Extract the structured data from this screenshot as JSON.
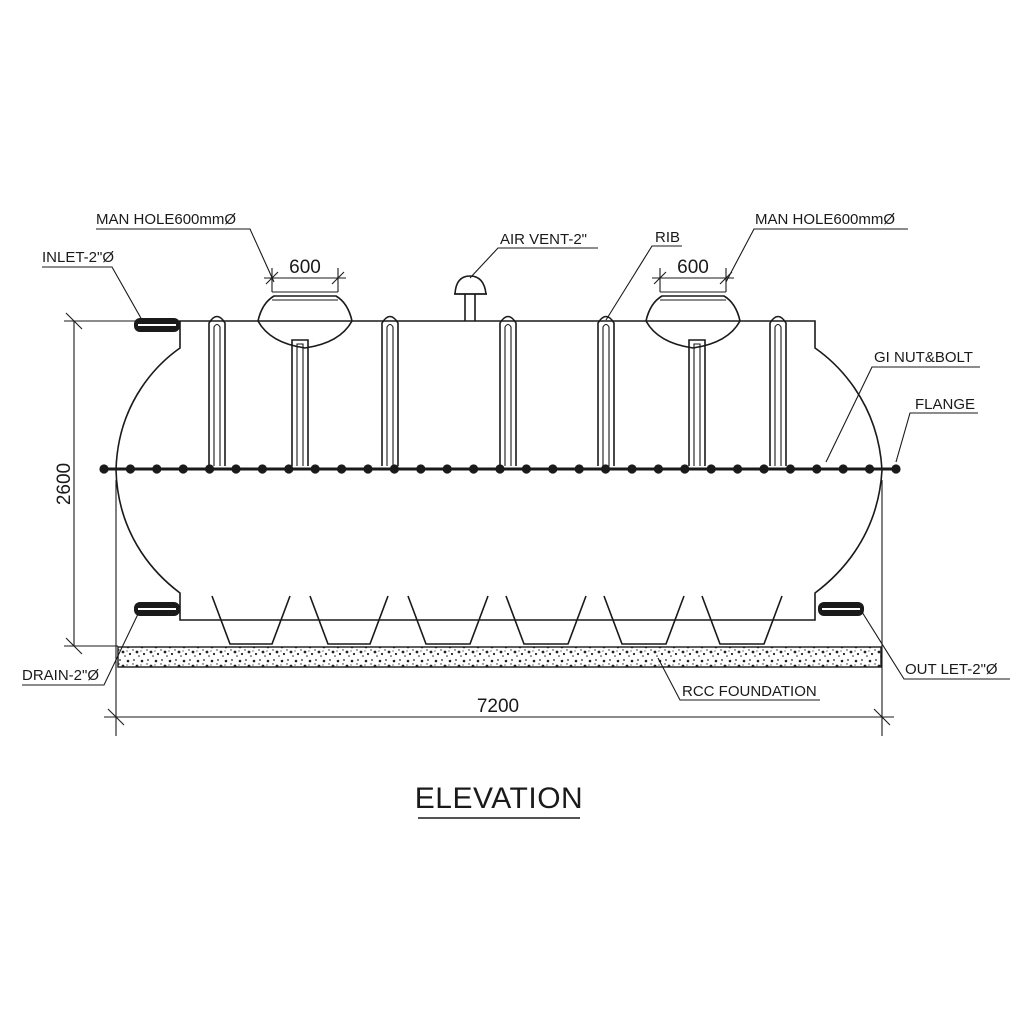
{
  "drawing": {
    "title": "ELEVATION",
    "labels": {
      "inlet": "INLET-2\"Ø",
      "manhole_left": "MAN HOLE600mmØ",
      "manhole_right": "MAN HOLE600mmØ",
      "air_vent": "AIR VENT-2\"",
      "rib": "RIB",
      "gi_nut_bolt": "GI NUT&BOLT",
      "flange": "FLANGE",
      "drain": "DRAIN-2\"Ø",
      "outlet": "OUT LET-2\"Ø",
      "rcc_foundation": "RCC FOUNDATION"
    },
    "dimensions": {
      "overall_height": "2600",
      "overall_length": "7200",
      "manhole_left_width": "600",
      "manhole_right_width": "600"
    }
  }
}
